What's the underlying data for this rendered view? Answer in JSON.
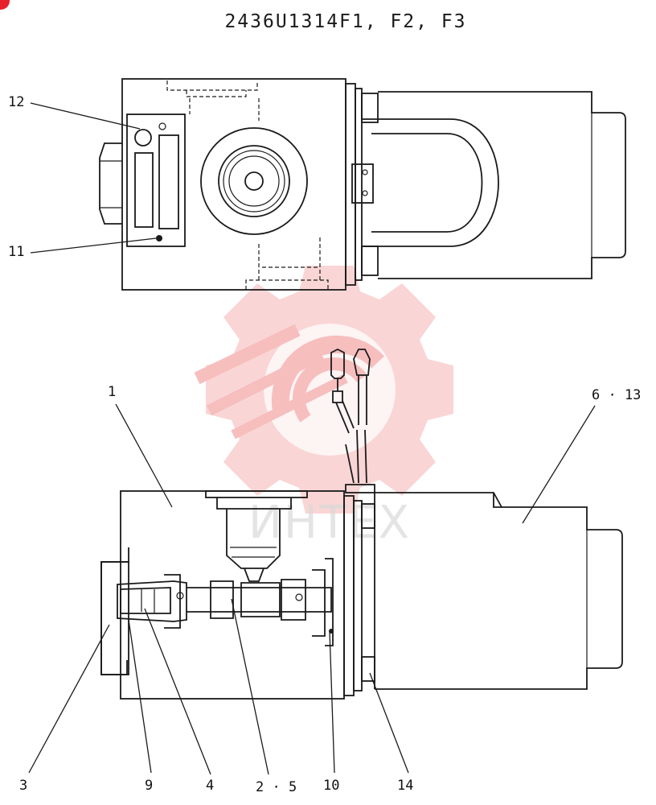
{
  "title": "2436U1314F1, F2, F3",
  "watermark_text": "ИНТЕХ",
  "colors": {
    "line": "#1a1a1a",
    "watermark": "#f28a8a",
    "corner_mark": "#e8202a"
  },
  "icons": {
    "watermark": "gear-logo-icon",
    "corner": "red-dot-icon"
  },
  "callouts": {
    "c12": "12",
    "c11": "11",
    "c1": "1",
    "c6_13": "6 · 13",
    "c3": "3",
    "c9": "9",
    "c4": "4",
    "c2_5": "2 · 5",
    "c10": "10",
    "c14": "14"
  }
}
